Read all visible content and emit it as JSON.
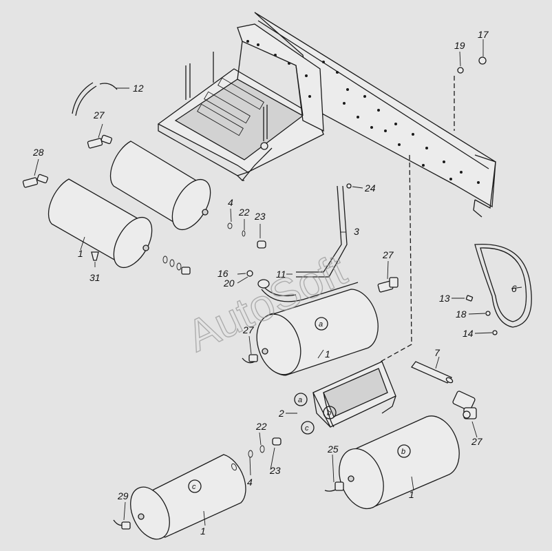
{
  "watermark": "AutoSoft",
  "callouts": {
    "c1": "1",
    "c1b": "1",
    "c1c": "1",
    "c1d": "1",
    "c2": "2",
    "c3": "3",
    "c4": "4",
    "c4b": "4",
    "c6": "6",
    "c7": "7",
    "c11": "11",
    "c12": "12",
    "c13": "13",
    "c14": "14",
    "c16": "16",
    "c17": "17",
    "c18": "18",
    "c19": "19",
    "c20": "20",
    "c22": "22",
    "c22b": "22",
    "c23": "23",
    "c23b": "23",
    "c24": "24",
    "c25": "25",
    "c27": "27",
    "c27b": "27",
    "c27c": "27",
    "c27d": "27",
    "c28": "28",
    "c29": "29",
    "c31": "31"
  },
  "zones": {
    "a": "a",
    "b": "b",
    "c": "c"
  }
}
